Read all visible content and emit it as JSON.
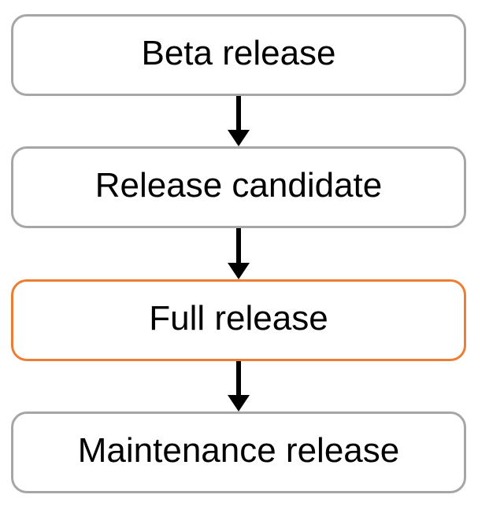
{
  "diagram": {
    "type": "flowchart",
    "direction": "top-down",
    "nodes": [
      {
        "id": "beta-release",
        "label": "Beta release",
        "highlighted": false
      },
      {
        "id": "release-candidate",
        "label": "Release candidate",
        "highlighted": false
      },
      {
        "id": "full-release",
        "label": "Full release",
        "highlighted": true
      },
      {
        "id": "maintenance-release",
        "label": "Maintenance release",
        "highlighted": false
      }
    ],
    "edges": [
      {
        "from": "beta-release",
        "to": "release-candidate",
        "style": "arrow-down"
      },
      {
        "from": "release-candidate",
        "to": "full-release",
        "style": "arrow-down"
      },
      {
        "from": "full-release",
        "to": "maintenance-release",
        "style": "arrow-down"
      }
    ],
    "colors": {
      "node_border": "#A6A6A6",
      "highlight_border": "#ED7D31",
      "text": "#000000",
      "arrow": "#000000",
      "background": "#FFFFFF"
    }
  }
}
